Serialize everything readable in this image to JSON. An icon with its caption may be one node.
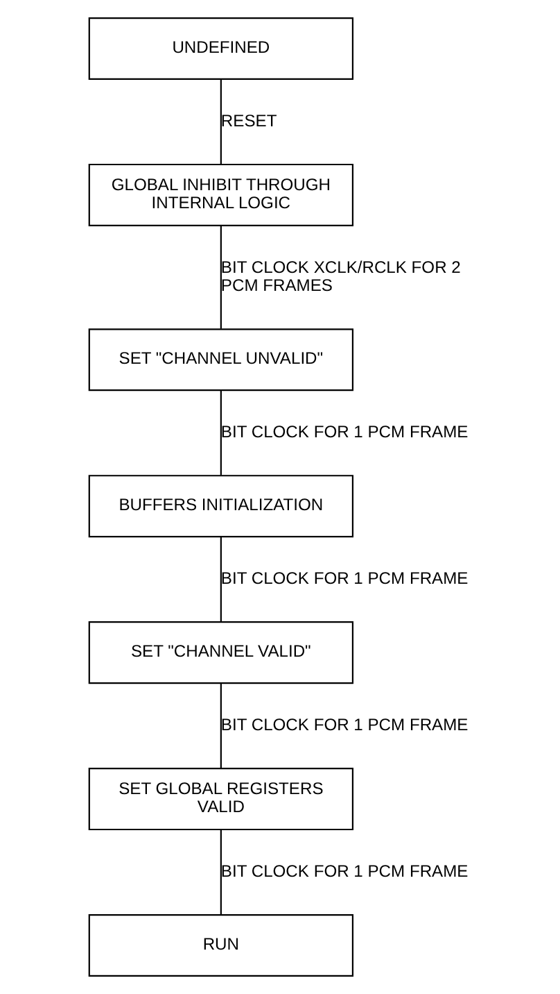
{
  "diagram": {
    "nodes": [
      {
        "text": [
          "UNDEFINED"
        ]
      },
      {
        "text": [
          "GLOBAL INHIBIT THROUGH INTERNAL LOGIC"
        ]
      },
      {
        "text": [
          "SET \"CHANNEL UNVALID\""
        ]
      },
      {
        "text": [
          "BUFFERS INITIALIZATION"
        ]
      },
      {
        "text": [
          "SET \"CHANNEL VALID\""
        ]
      },
      {
        "text": [
          "SET GLOBAL REGISTERS VALID"
        ]
      },
      {
        "text": [
          "RUN"
        ]
      }
    ],
    "edges": [
      {
        "from": 0,
        "to": 1,
        "arrow": "none",
        "label": "RESET"
      },
      {
        "from": 1,
        "to": 2,
        "arrow": "none",
        "label": "BIT CLOCK XCLK/RCLK FOR 2 PCM FRAMES"
      },
      {
        "from": 2,
        "to": 3,
        "arrow": "none",
        "label": "BIT CLOCK FOR 1 PCM FRAME"
      },
      {
        "from": 3,
        "to": 4,
        "arrow": "none",
        "label": "BIT CLOCK FOR 1 PCM FRAME"
      },
      {
        "from": 4,
        "to": 5,
        "arrow": "none",
        "label": "BIT CLOCK FOR 1 PCM FRAME"
      },
      {
        "from": 5,
        "to": 6,
        "arrow": "none",
        "label": "BIT CLOCK FOR 1 PCM FRAME"
      }
    ]
  }
}
